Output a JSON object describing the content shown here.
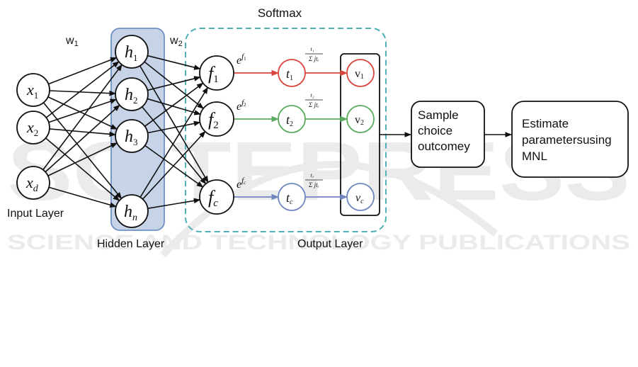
{
  "title": "Softmax",
  "watermark": {
    "large": "SCITEPRESS",
    "small": "SCIENCE AND TECHNOLOGY PUBLICATIONS"
  },
  "weights": {
    "w1": "w",
    "w1_sub": "1",
    "w2": "w",
    "w2_sub": "2"
  },
  "layers": {
    "input": "Input Layer",
    "hidden": "Hidden Layer",
    "output": "Output Layer"
  },
  "input_nodes": [
    {
      "base": "x",
      "sub": "1"
    },
    {
      "base": "x",
      "sub": "2"
    },
    {
      "base": "x",
      "sub": "d"
    }
  ],
  "hidden_nodes": [
    {
      "base": "h",
      "sub": "1"
    },
    {
      "base": "h",
      "sub": "2"
    },
    {
      "base": "h",
      "sub": "3"
    },
    {
      "base": "h",
      "sub": "n"
    }
  ],
  "softmax_rows": [
    {
      "f": "f",
      "f_sub": "1",
      "exp": "e",
      "exp_sup": "f",
      "exp_sup_sub": "1",
      "t": "t",
      "t_sub": "1",
      "frac_num": "t₁",
      "frac_den": "Σ jtᵢ",
      "v": "v",
      "v_sub": "1",
      "color": "#d9453b"
    },
    {
      "f": "f",
      "f_sub": "2",
      "exp": "e",
      "exp_sup": "f",
      "exp_sup_sub": "2",
      "t": "t",
      "t_sub": "2",
      "frac_num": "t₂",
      "frac_den": "Σ jtᵢ",
      "v": "v",
      "v_sub": "2",
      "color": "#5aab5e"
    },
    {
      "f": "f",
      "f_sub": "c",
      "exp": "e",
      "exp_sup": "f",
      "exp_sup_sub": "c",
      "t": "t",
      "t_sub": "c",
      "frac_num": "t꜀",
      "frac_den": "Σ jtᵢ",
      "v": "v",
      "v_sub": "c",
      "color": "#6f86c0"
    }
  ],
  "process_boxes": [
    {
      "lines": [
        "Sample",
        "choice",
        "outcomey"
      ]
    },
    {
      "lines": [
        "Estimate",
        "parametersusing",
        "MNL"
      ]
    }
  ],
  "colors": {
    "hidden_fill": "#c7d4e8",
    "hidden_stroke": "#6f8fc4",
    "softmax_dash": "#4fb0b5",
    "red": "#d9453b",
    "green": "#5aab5e",
    "blue": "#6f86c0"
  }
}
